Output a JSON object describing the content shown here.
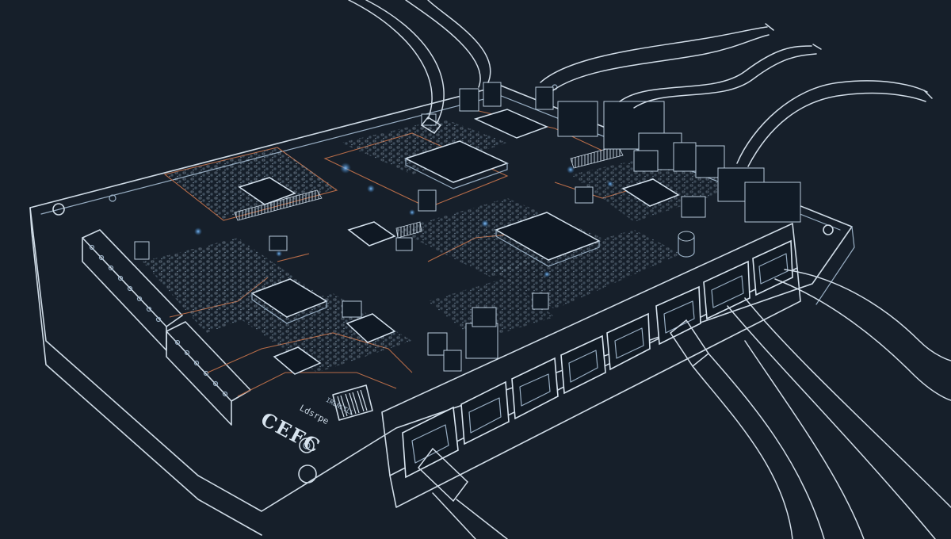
{
  "image": {
    "subject": "Line-art illustration of a network router circuit board with Ethernet ports and attached cables",
    "palette": {
      "background": "#161f2a",
      "line": "#cfdbe6",
      "accent_trace": "#b56b48",
      "glow": "#63a7ff"
    }
  },
  "labels": {
    "certification_marks": "CEFC",
    "board_marking": "Ldsrpe",
    "barcode_caption": "IRLNLTLL"
  },
  "icons": {
    "certification": "ce-fcc-marks-icon",
    "barcode": "barcode-label-icon"
  }
}
